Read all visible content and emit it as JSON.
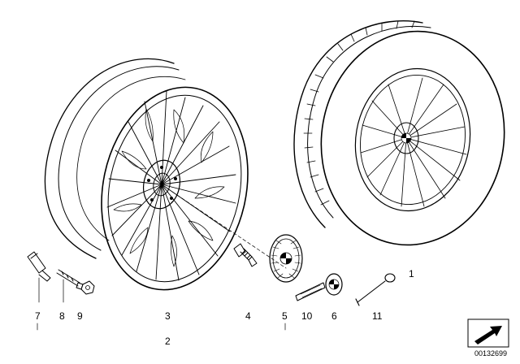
{
  "labels": {
    "p1": "1",
    "p2": "2",
    "p3": "3",
    "p4": "4",
    "p5": "5",
    "p6": "6",
    "p7": "7",
    "p8": "8",
    "p9": "9",
    "p10": "10",
    "p11": "11"
  },
  "drawing_code": "00132699"
}
